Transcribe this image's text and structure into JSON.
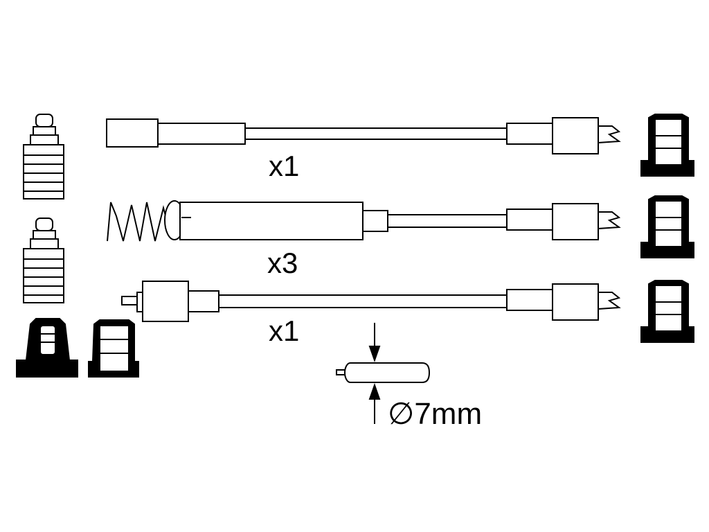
{
  "wires": [
    {
      "quantity": "x1"
    },
    {
      "quantity": "x3"
    },
    {
      "quantity": "x1"
    }
  ],
  "diameter": {
    "label": "∅7mm"
  },
  "colors": {
    "ink": "#000000",
    "background": "#ffffff"
  },
  "icons": {
    "wire_1": "ignition-wire-icon",
    "wire_2": "spring-suppressor-wire-icon",
    "wire_3": "angled-boot-wire-icon",
    "spark_plug_connector": "spark-plug-connector-icon",
    "rubber_boot": "rubber-boot-icon",
    "cross_section": "cable-cross-section-icon"
  }
}
